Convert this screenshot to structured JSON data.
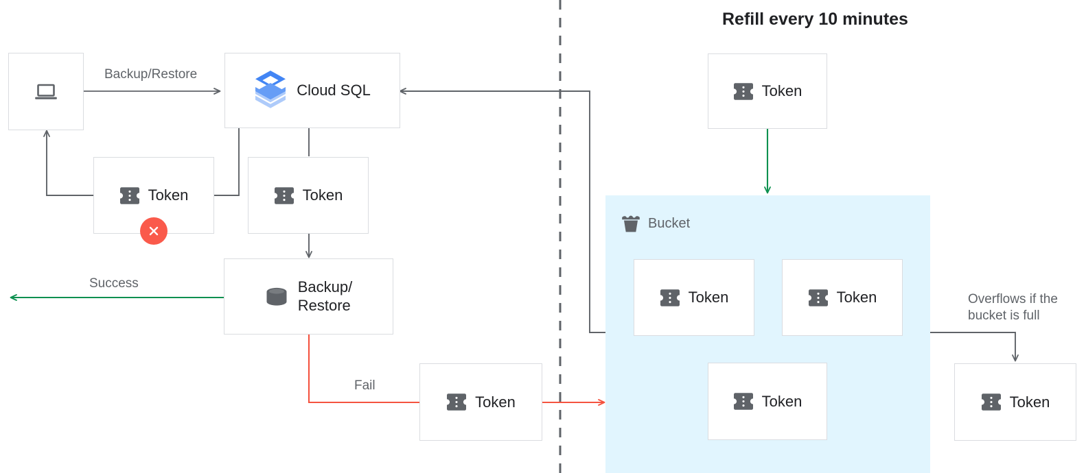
{
  "title": "Refill every 10 minutes",
  "colors": {
    "box_border": "#dadce0",
    "box_fill": "#ffffff",
    "edge_gray": "#5f6368",
    "edge_green": "#0d904f",
    "edge_red": "#f4533f",
    "bucket_fill": "#e1f5fe",
    "token_icon": "#5f6368",
    "label_text": "#5f6368",
    "node_text": "#202124",
    "error_badge": "#fa5a4b",
    "cloudsql_blue_dark": "#4285f4",
    "cloudsql_blue_mid": "#669df6",
    "cloudsql_blue_light": "#aecbfa"
  },
  "nodes": {
    "client": {
      "label": "",
      "icon": "laptop-icon"
    },
    "cloud_sql": {
      "label": "Cloud SQL",
      "icon": "cloud-sql-icon"
    },
    "token_rejected": {
      "label": "Token",
      "icon": "token-icon",
      "badge": "error-x-badge"
    },
    "token_accepted": {
      "label": "Token",
      "icon": "token-icon"
    },
    "backup_restore": {
      "label": "Backup/\nRestore",
      "icon": "database-icon"
    },
    "token_fail": {
      "label": "Token",
      "icon": "token-icon"
    },
    "token_refill": {
      "label": "Token",
      "icon": "token-icon"
    },
    "token_bucket_1": {
      "label": "Token",
      "icon": "token-icon"
    },
    "token_bucket_2": {
      "label": "Token",
      "icon": "token-icon"
    },
    "token_bucket_3": {
      "label": "Token",
      "icon": "token-icon"
    },
    "token_overflow": {
      "label": "Token",
      "icon": "token-icon"
    }
  },
  "bucket": {
    "title": "Bucket",
    "icon": "bucket-icon"
  },
  "edge_labels": {
    "backup_restore": "Backup/Restore",
    "success": "Success",
    "fail": "Fail",
    "overflow": "Overflows if the\nbucket is full"
  }
}
